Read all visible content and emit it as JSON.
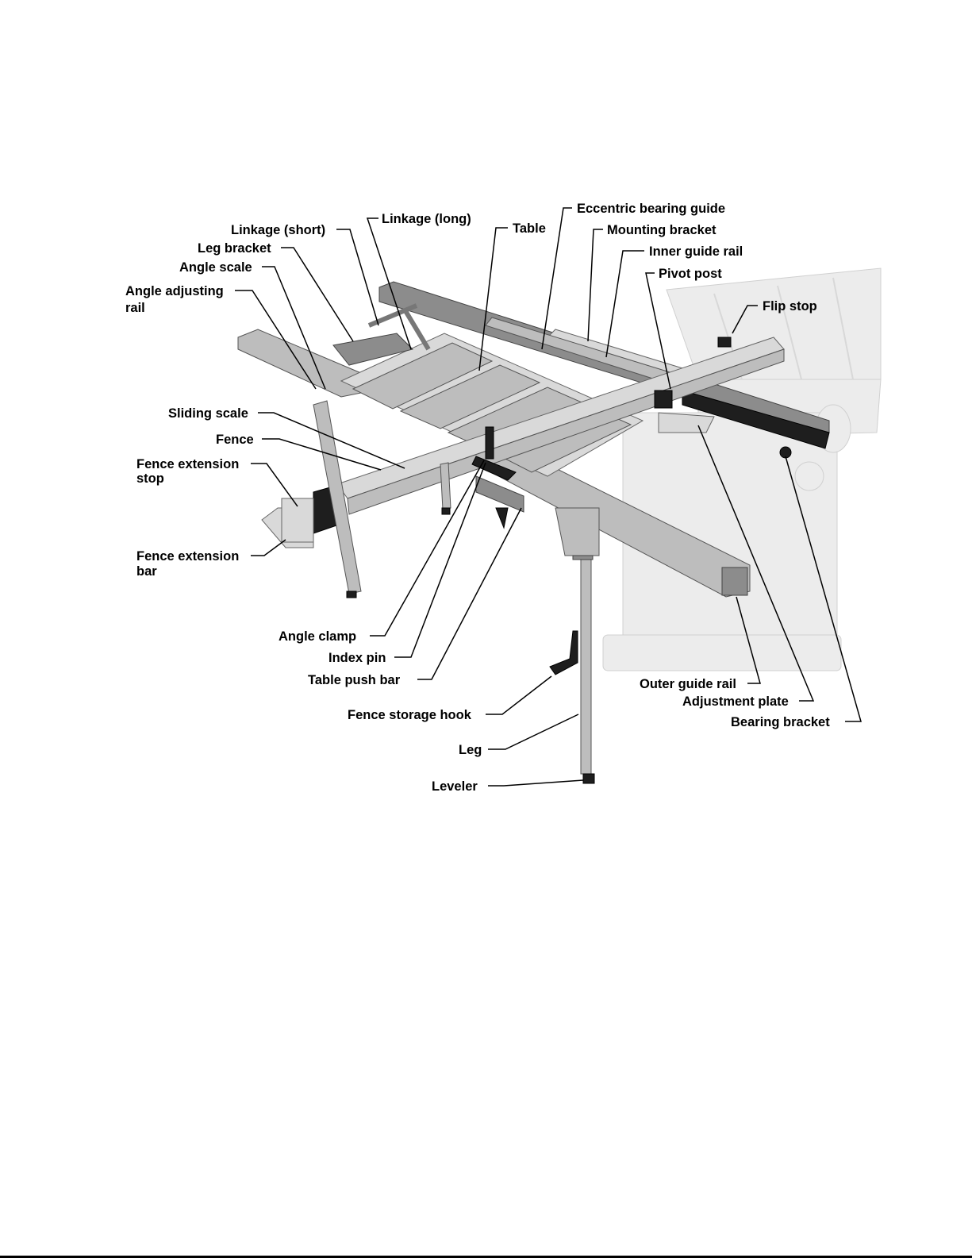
{
  "labels": {
    "eccentric_bearing_guide": "Eccentric bearing guide",
    "linkage_long": "Linkage (long)",
    "linkage_short": "Linkage (short)",
    "table": "Table",
    "mounting_bracket": "Mounting bracket",
    "leg_bracket": "Leg bracket",
    "inner_guide_rail": "Inner guide rail",
    "angle_scale": "Angle scale",
    "pivot_post": "Pivot post",
    "angle_adjusting_1": "Angle adjusting",
    "angle_adjusting_2": "rail",
    "flip_stop": "Flip stop",
    "sliding_scale": "Sliding scale",
    "fence": "Fence",
    "fence_extension_stop_1": "Fence extension",
    "fence_extension_stop_2": "stop",
    "fence_extension_bar_1": "Fence extension",
    "fence_extension_bar_2": "bar",
    "angle_clamp": "Angle clamp",
    "index_pin": "Index pin",
    "table_push_bar": "Table push bar",
    "outer_guide_rail": "Outer guide rail",
    "adjustment_plate": "Adjustment plate",
    "bearing_bracket": "Bearing bracket",
    "fence_storage_hook": "Fence storage hook",
    "leg": "Leg",
    "leveler": "Leveler"
  }
}
